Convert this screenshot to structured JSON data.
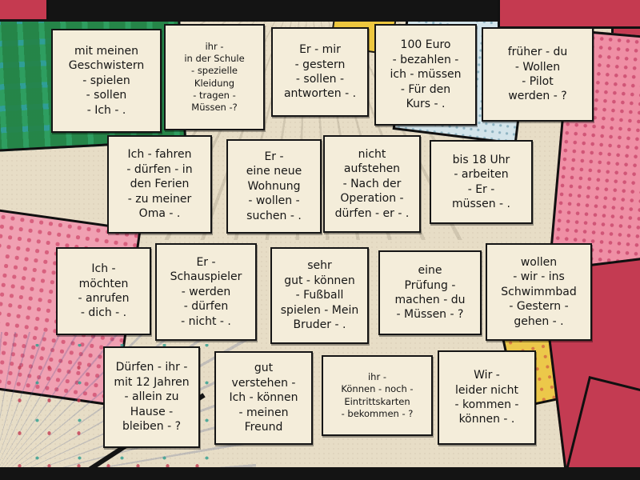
{
  "theme": {
    "card_bg": "#f4edda",
    "card_border": "#151515",
    "background_parchment": "#e7ddc6",
    "accent_red": "#c43b52",
    "accent_teal": "#2f9e96",
    "accent_pink": "#ef8fa5",
    "accent_yellow": "#ecc84a",
    "accent_blue": "#d3e4ea",
    "bar_black": "#141414"
  },
  "cards": [
    {
      "text": "mit meinen\nGeschwistern\n- spielen\n- sollen\n- Ich - ."
    },
    {
      "text": "ihr -\nin der Schule\n- spezielle\nKleidung\n- tragen -\nMüssen -?"
    },
    {
      "text": "Er - mir\n- gestern\n- sollen -\nantworten - ."
    },
    {
      "text": "100 Euro\n- bezahlen -\nich - müssen\n- Für den\nKurs - ."
    },
    {
      "text": "früher - du\n- Wollen\n- Pilot\nwerden - ?"
    },
    {
      "text": "Ich - fahren\n- dürfen - in\nden Ferien\n- zu meiner\nOma - ."
    },
    {
      "text": "Er -\neine neue\nWohnung\n- wollen -\nsuchen - ."
    },
    {
      "text": "nicht\naufstehen\n- Nach der\nOperation -\ndürfen - er - ."
    },
    {
      "text": "bis 18 Uhr\n- arbeiten\n- Er -\nmüssen - ."
    },
    {
      "text": "Ich -\nmöchten\n- anrufen\n- dich - ."
    },
    {
      "text": "Er -\nSchauspieler\n- werden\n- dürfen\n- nicht - ."
    },
    {
      "text": "sehr\ngut - können\n- Fußball\nspielen - Mein\nBruder - ."
    },
    {
      "text": "eine\nPrüfung -\nmachen - du\n- Müssen - ?"
    },
    {
      "text": "wollen\n- wir - ins\nSchwimmbad\n- Gestern -\ngehen - ."
    },
    {
      "text": "Dürfen - ihr -\nmit 12 Jahren\n- allein zu\nHause -\nbleiben - ?"
    },
    {
      "text": "gut\nverstehen -\nIch - können\n- meinen\nFreund"
    },
    {
      "text": "ihr -\nKönnen - noch -\nEintrittskarten\n- bekommen - ?"
    },
    {
      "text": "Wir -\nleider nicht\n- kommen -\nkönnen - ."
    }
  ]
}
